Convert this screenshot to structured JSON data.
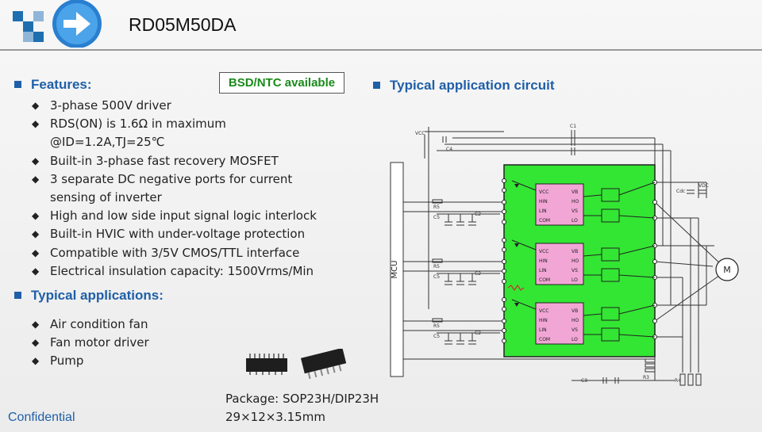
{
  "title": "RD05M50DA",
  "badge": "BSD/NTC available",
  "features": {
    "heading": "Features:",
    "items": [
      "3-phase 500V driver",
      "RDS(ON) is 1.6Ω in maximum",
      "@ID=1.2A,TJ=25℃",
      "Built-in 3-phase fast recovery MOSFET",
      "3 separate DC  negative ports for current",
      "sensing of  inverter",
      "High and low side input signal logic interlock",
      "Built-in HVIC with under-voltage protection",
      "Compatible with 3/5V CMOS/TTL interface",
      "Electrical insulation capacity: 1500Vrms/Min"
    ]
  },
  "applications": {
    "heading": "Typical applications:",
    "items": [
      "Air condition fan",
      "Fan motor driver",
      "Pump"
    ]
  },
  "package": {
    "line1": "Package: SOP23H/DIP23H",
    "line2": "29×12×3.15mm"
  },
  "circuit": {
    "heading": "Typical application circuit",
    "mcu": "MCU",
    "motor": "M",
    "vcc": "VCC",
    "vdc": "VDC",
    "cdc": "Cdc",
    "pins_left": [
      "VCC",
      "HIN",
      "LIN",
      "COM"
    ],
    "pins_right": [
      "VB",
      "HO",
      "VS",
      "LO"
    ],
    "labels": {
      "c1": "C1",
      "c2": "C2",
      "c3": "C3",
      "c4": "C4",
      "c5": "C5",
      "r3": "R3",
      "r4": "R4",
      "r5": "R5"
    }
  },
  "footer": "Confidential",
  "colors": {
    "accent": "#1f5fa8",
    "badge_text": "#1a8a1a",
    "module_fill": "#33e633"
  }
}
